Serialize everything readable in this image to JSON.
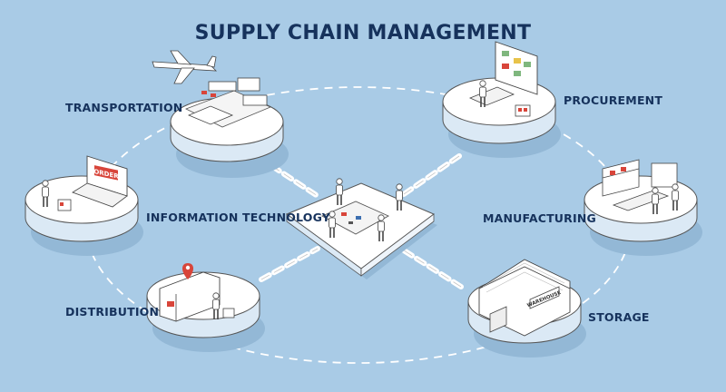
{
  "title": "SUPPLY CHAIN MANAGEMENT",
  "nodes": {
    "transportation": {
      "label": "TRANSPORTATION"
    },
    "procurement": {
      "label": "PROCUREMENT"
    },
    "information_technology": {
      "label": "INFORMATION TECHNOLOGY"
    },
    "manufacturing": {
      "label": "MANUFACTURING"
    },
    "distribution": {
      "label": "DISTRIBUTION"
    },
    "storage": {
      "label": "STORAGE"
    }
  },
  "signs": {
    "order": "ORDER",
    "warehouse": "WAREHOUSE"
  },
  "colors": {
    "background": "#a9cbe6",
    "platform_top": "#ffffff",
    "platform_side": "#dbe9f5",
    "shadow": "#93b8d6",
    "text": "#16325c",
    "accent_red": "#d8453a",
    "line": "#ffffff"
  }
}
